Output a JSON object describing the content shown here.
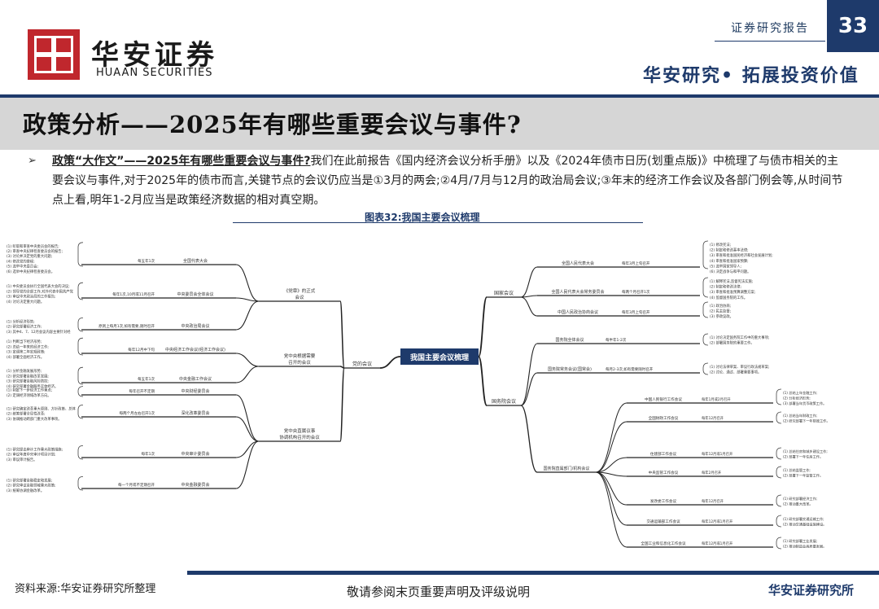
{
  "header": {
    "brand_cn": "华安证券",
    "brand_en": "HUAAN SECURITIES",
    "report_type": "证券研究报告",
    "page_number": "33",
    "slogan": "华安研究• 拓展投资价值",
    "brand_color": "#c0272d",
    "accent_color": "#1e3a6b"
  },
  "title": "政策分析——2025年有哪些重要会议与事件?",
  "paragraph": {
    "lead": "政策“大作文”——2025年有哪些重要会议与事件?",
    "body": "我们在此前报告《国内经济会议分析手册》以及《2024年债市日历(划重点版)》中梳理了与债市相关的主要会议与事件,对于2025年的债市而言,关键节点的会议仍应当是①3月的两会;②4月/7月与12月的政治局会议;③年末的经济工作会议及各部门例会等,从时间节点上看,明年1-2月应当是政策经济数据的相对真空期。"
  },
  "chart_caption": "图表32:我国主要会议梳理",
  "diagram": {
    "root": "我国主要会议梳理",
    "left": {
      "branch": "党的会议",
      "groups": [
        {
          "label": "《党章》的正式会议",
          "items": [
            {
              "name": "全国代表大会",
              "freq": "每五年1次",
              "notes": [
                "(1) 听取和审查中央委员会的报告;",
                "(2) 审查中央纪律检查委员会的报告;",
                "(3) 讨论并决定党的重大问题;",
                "(4) 修改党的章程;",
                "(5) 选举中央委员会;",
                "(6) 选举中央纪律检查委员会。"
              ]
            },
            {
              "name": "中央委员会全体会议",
              "freq": "每年1次,10月或11月召开",
              "notes": [
                "(1) 中央委员会执行全国代表大会的决议;",
                "(2) 领导党的全部工作,对外代表中国共产党;",
                "(3) 审议中央政治局的工作报告;",
                "(4) 讨论决定重大问题。"
              ]
            },
            {
              "name": "中央政治局会议",
              "freq": "原则上每月1次,如有需要,随时召开",
              "notes": [
                "(1) 分析经济形势;",
                "(2) 研究部署经济工作;",
                "(3) 其中4、7、12月会议内容主要针对经济。"
              ]
            }
          ]
        },
        {
          "label": "党中央根据需要召开的会议",
          "items": [
            {
              "name": "中央经济工作会议(经济工作会议)",
              "freq": "每年12月中下旬",
              "notes": [
                "(1) 判断当下经济形势;",
                "(2) 总结一年来的经济工作;",
                "(3) 定调第二年宏观政策;",
                "(4) 部署全面经济工作。"
              ]
            },
            {
              "name": "中央金融工作会议",
              "freq": "每五年1次",
              "notes": [
                "(1) 分析金融发展形势;",
                "(2) 研究部署金融改革发展;",
                "(3) 研究部署金融风险防控;",
                "(4) 研究部署金融服务实体经济。"
              ]
            }
          ]
        },
        {
          "label": "党中央直属议事协调机构召开的会议",
          "items": [
            {
              "name": "中央财经委员会",
              "freq": "每年召开不定期",
              "notes": [
                "(1) 制定下一步经济工作重点;",
                "(2) 定调经济领域改革方向。"
              ]
            },
            {
              "name": "深化改革委员会",
              "freq": "每两个月左右召开1次",
              "notes": [
                "(1) 研究确定改革重大原则、方针政策、总体方案;",
                "(2) 统筹部署全局性改革;",
                "(3) 协调推动跨部门重大改革事项。"
              ]
            },
            {
              "name": "中央审计委员会",
              "freq": "每年1次",
              "notes": [
                "(1) 研究提出审计工作重大政策措施;",
                "(2) 审议年度中央审计项目计划;",
                "(3) 审议审计报告。"
              ]
            },
            {
              "name": "中央金融委员会",
              "freq": "每一个月或不定期召开",
              "notes": [
                "(1) 研究部署金融稳定和发展;",
                "(2) 研究审议金融领域重大政策;",
                "(3) 统筹协调金融改革。"
              ]
            }
          ]
        }
      ]
    },
    "right": {
      "groups": [
        {
          "label": "国家会议",
          "items": [
            {
              "name": "全国人民代表大会",
              "freq": "每年3月上旬召开",
              "notes": [
                "(1) 修改宪法;",
                "(2) 制定和修改基本法律;",
                "(3) 审查和批准国民经济和社会发展计划;",
                "(4) 审查和批准国家预算;",
                "(5) 选举国家领导人;",
                "(6) 决定战争与和平问题。"
              ]
            },
            {
              "name": "全国人民代表大会常务委员会",
              "freq": "每两个月召开1次",
              "notes": [
                "(1) 解释宪法,监督宪法实施;",
                "(2) 制定和修改法律;",
                "(3) 审查和批准预算调整方案;",
                "(4) 监督国务院的工作。"
              ]
            },
            {
              "name": "中国人民政治协商会议",
              "freq": "每年3月上旬召开",
              "notes": [
                "(1) 政治协商;",
                "(2) 民主监督;",
                "(3) 参政议政。"
              ]
            }
          ]
        },
        {
          "label": "国务院会议",
          "items": [
            {
              "name": "国务院全体会议",
              "freq": "每半年1-2次",
              "notes": [
                "(1) 讨论决定国务院工作中的重大事项;",
                "(2) 部署国务院的重要工作。"
              ]
            },
            {
              "name": "国务院常务会议(国常会)",
              "freq": "每月2-3次,如有需要随时召开",
              "notes": [
                "(1) 讨论法律草案、审议行政法规草案;",
                "(2) 讨论、通过、部署重要事项。"
              ]
            },
            {
              "name": "中国人民银行工作会议",
              "freq": "每年1月或2月召开",
              "notes": [
                "(1) 总结上年金融工作;",
                "(2) 分析经济形势;",
                "(3) 部署当年货币政策工作。"
              ]
            },
            {
              "name": "全国财政工作会议",
              "freq": "每年12月召开",
              "notes": [
                "(1) 总结当年财政工作;",
                "(2) 研究部署下一年财政工作。"
              ]
            },
            {
              "name": "住建部工作会议",
              "freq": "每年12月或1月召开",
              "notes": [
                "(1) 总结住房和城乡建设工作;",
                "(2) 部署下一年住房工作。"
              ]
            },
            {
              "name": "中央监管工作会议",
              "freq": "每年2月召开",
              "notes": [
                "(1) 总结监管工作;",
                "(2) 部署下一年监管工作。"
              ]
            },
            {
              "name": "发改委工作会议",
              "freq": "每年12月召开",
              "notes": [
                "(1) 研究部署经济工作;",
                "(2) 推动重大改革。"
              ]
            },
            {
              "name": "交通运输部工作会议",
              "freq": "每年12月或1月召开",
              "notes": [
                "(1) 研究部署交通运输工作;",
                "(2) 推动交通基础设施建设。"
              ]
            },
            {
              "name": "全国工业和信息化工作会议",
              "freq": "每年12月或1月召开",
              "notes": [
                "(1) 研究部署工业发展;",
                "(2) 推动制造业高质量发展。"
              ]
            }
          ],
          "sub_label": "国务院直属部门/机构会议"
        }
      ]
    }
  },
  "footer": {
    "source": "资料来源:华安证券研究所整理",
    "disclaimer": "敬请参阅末页重要声明及评级说明",
    "brand": "华安证券研究所"
  }
}
